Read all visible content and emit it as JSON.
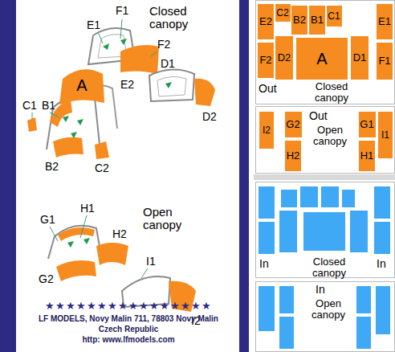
{
  "diagram": {
    "nodes": [
      {
        "text": [
          "A"
        ]
      },
      {
        "text": [
          "Out",
          "Closed canopy"
        ]
      },
      {
        "text": [
          "E2"
        ],
        "in": 1
      },
      {
        "text": [
          "C2"
        ],
        "in": 1
      },
      {
        "text": [
          "B2"
        ],
        "in": 1
      },
      {
        "text": [
          "B1"
        ],
        "in": 1
      },
      {
        "text": [
          "C1"
        ],
        "in": 1
      },
      {
        "text": [
          "E1"
        ],
        "in": 1
      },
      {
        "text": [
          "F2"
        ],
        "in": 1
      },
      {
        "text": [
          "D2"
        ],
        "in": 1
      },
      {
        "text": [
          "A"
        ],
        "in": 1
      },
      {
        "text": [
          "D1"
        ],
        "in": 1
      },
      {
        "text": [
          "F1"
        ],
        "in": 1
      },
      {
        "text": [
          "Out",
          "Open canopy"
        ]
      },
      {
        "text": [
          "I2"
        ],
        "in": 13
      },
      {
        "text": [
          "G2"
        ],
        "in": 13
      },
      {
        "text": [
          "H2"
        ],
        "in": 13
      },
      {
        "text": [
          "G1"
        ],
        "in": 13
      },
      {
        "text": [
          "H1"
        ],
        "in": 13
      },
      {
        "text": [
          "I1"
        ],
        "in": 13
      },
      {
        "text": [
          "In",
          "Closed canopy",
          "In"
        ]
      },
      {
        "text": [
          "In",
          "Open canopy"
        ]
      }
    ],
    "labels": [
      "Closed canopy",
      "E1",
      "F1",
      "F2",
      "E2",
      "D1",
      "D2",
      "C1",
      "B1",
      "C2",
      "B2",
      "Open canopy",
      "G1",
      "H1",
      "H2",
      "G2",
      "I1",
      "I2",
      "★★★★★★★★★★★★★★★★",
      "LF MODELS, Novy Malin 711, 78803 Novy Malin",
      "Czech Republic",
      "http: www.lfmodels.com"
    ]
  }
}
